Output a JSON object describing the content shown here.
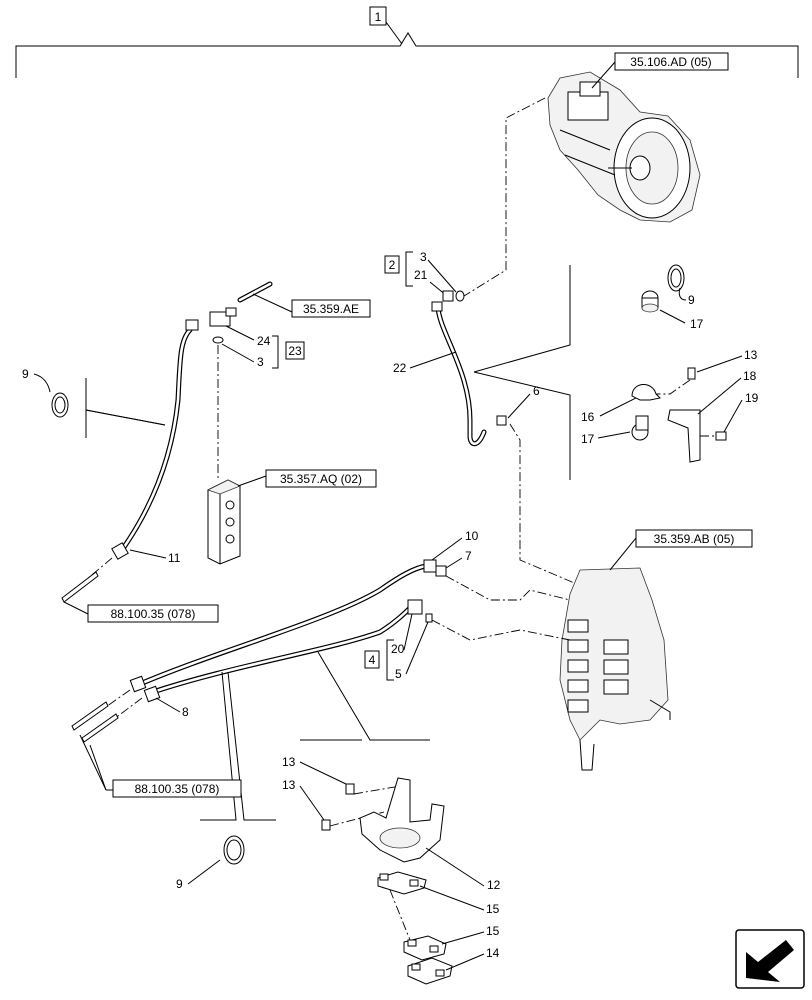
{
  "main_item": "1",
  "refs": {
    "pump": "35.106.AD (05)",
    "hose_top": "35.359.AE",
    "block": "35.357.AQ (02)",
    "valve": "35.359.AB (05)",
    "cab_left": "88.100.35 (078)",
    "cab_bottom": "88.100.35 (078)"
  },
  "kits": {
    "k2": "2",
    "k23": "23",
    "k4": "4"
  },
  "callouts": {
    "c3a": "3",
    "c21": "21",
    "c22": "22",
    "c6": "6",
    "c9a": "9",
    "c17a": "17",
    "c13a": "13",
    "c18": "18",
    "c19": "19",
    "c16": "16",
    "c17b": "17",
    "c9b": "9",
    "c24": "24",
    "c3b": "3",
    "c11": "11",
    "c10": "10",
    "c7": "7",
    "c20": "20",
    "c5": "5",
    "c8": "8",
    "c13b": "13",
    "c13c": "13",
    "c9c": "9",
    "c12": "12",
    "c15a": "15",
    "c15b": "15",
    "c14": "14"
  }
}
